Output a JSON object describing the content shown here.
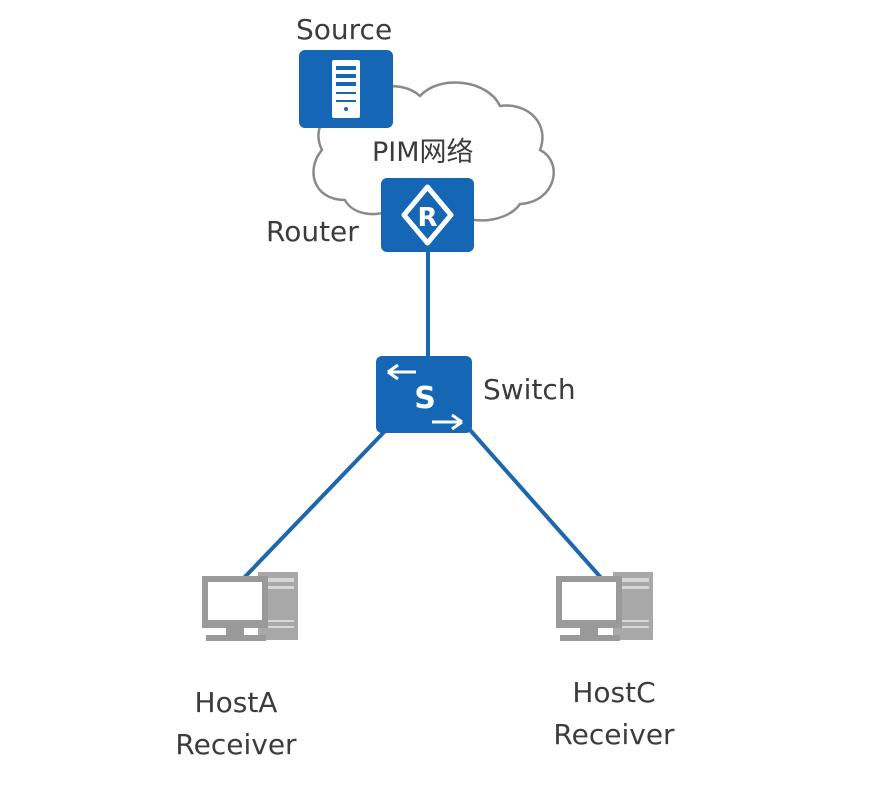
{
  "diagram": {
    "cloud_label": "PIM网络",
    "nodes": {
      "source": {
        "label": "Source",
        "icon": "server-icon"
      },
      "router": {
        "label": "Router",
        "icon": "router-icon",
        "glyph": "R"
      },
      "switch": {
        "label": "Switch",
        "icon": "switch-icon",
        "glyph": "S"
      },
      "host_a": {
        "name": "HostA",
        "role": "Receiver",
        "icon": "pc-icon"
      },
      "host_c": {
        "name": "HostC",
        "role": "Receiver",
        "icon": "pc-icon"
      }
    },
    "colors": {
      "device_blue": "#1566b4",
      "link_blue": "#1d67ad",
      "cloud_stroke": "#8a8a8a",
      "pc_gray": "#9a9a9a",
      "text": "#3c3c3c"
    }
  }
}
